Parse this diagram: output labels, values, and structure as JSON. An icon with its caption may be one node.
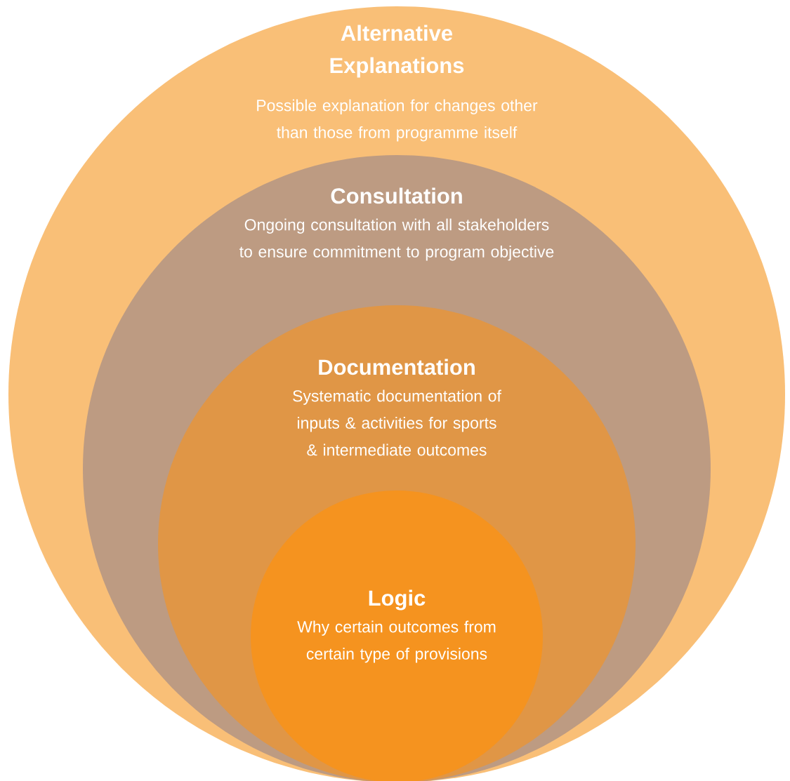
{
  "diagram": {
    "nodes": [
      {
        "text": [
          "Alternative Explanations",
          "Possible explanation for changes other than those from programme itself"
        ]
      },
      {
        "text": [
          "Consultation",
          "Ongoing consultation with all stakeholders to ensure commitment to program objective"
        ],
        "in": 0
      },
      {
        "text": [
          "Documentation",
          "Systematic documentation of inputs & activities for sports & intermediate outcomes"
        ],
        "in": 1
      },
      {
        "text": [
          "Logic",
          "Why certain outcomes from certain type of provisions"
        ],
        "in": 2
      }
    ]
  }
}
